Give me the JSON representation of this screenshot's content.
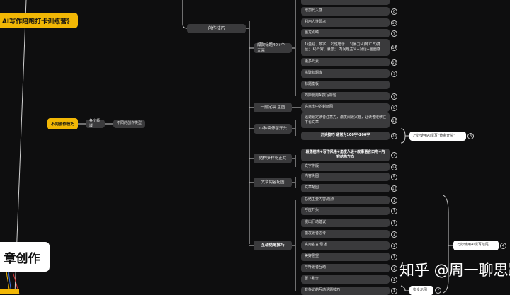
{
  "left": {
    "camp_title": "AI写作陪跑打卡训练营》",
    "skills": "不同创作技巧",
    "fields": "各个领域",
    "types": "不同的创作类型",
    "article_creation": "章创作"
  },
  "middle": {
    "creation_skills": "创作技巧",
    "parents": [
      "爆款标题40+个元素",
      "一般定稿 主图",
      "12种高停留开头",
      "结构多样化正文",
      "文章内容配图",
      "互动结尾技巧"
    ]
  },
  "leaves": [
    {
      "text": "",
      "badge": ""
    },
    {
      "text": "增加代入感",
      "badge": "6"
    },
    {
      "text": "利用人性弱点",
      "badge": "10"
    },
    {
      "text": "画龙点睛",
      "badge": "7"
    },
    {
      "text": "1)金钱、数字； 2)性暗示、 3)暴力 4)死亡 5)捷径； 6)异常、悬念； 7)问题主义+对话+画面感",
      "badge": "14"
    },
    {
      "text": "更多元素",
      "badge": "10"
    },
    {
      "text": "搭建标题库",
      "badge": "7"
    },
    {
      "text": "标题模板",
      "badge": ""
    },
    {
      "text": "巧妙使用AI撰写标题",
      "badge": "7"
    },
    {
      "text": "亮点击中的封面图",
      "badge": "9"
    },
    {
      "text": "迅速锁定读者注意力，激发阅读兴趣，让读者继续往下看文章",
      "badge": "13"
    },
    {
      "text": "开头技巧 通常为100字-200字",
      "badge": "26"
    },
    {
      "text": "段落结构+写作风格+角度人设+叙事语言口吻+内容结构方向",
      "badge": "7"
    },
    {
      "text": "文字排版",
      "badge": "14"
    },
    {
      "text": "内容头图",
      "badge": "5"
    },
    {
      "text": "文章配图",
      "badge": "12"
    },
    {
      "text": "总结主要内容/观点",
      "badge": "1"
    },
    {
      "text": "呼应开头",
      "badge": "1"
    },
    {
      "text": "提出行动建议",
      "badge": "1"
    },
    {
      "text": "激发读者思考",
      "badge": "1"
    },
    {
      "text": "实用名言/引述",
      "badge": "1"
    },
    {
      "text": "美好展望",
      "badge": "1"
    },
    {
      "text": "呼吁读者互动",
      "badge": "1"
    },
    {
      "text": "留下悬念",
      "badge": "1"
    },
    {
      "text": "有争议的互动话题技巧",
      "badge": "1"
    }
  ],
  "callouts": {
    "golden_opening": {
      "text": "巧妙使用AI撰写\"黄金开头\"",
      "badge": "8"
    },
    "ending": {
      "text": "巧妙使用AI撰写结尾",
      "badge": "4"
    },
    "prompt_example": {
      "text": "指令示例",
      "badge": "2"
    }
  },
  "watermark": "知乎 @周一聊思路",
  "colors": {
    "background": "#0e0e0f",
    "node": "#3a3a3c",
    "highlight": "#f2b705"
  }
}
